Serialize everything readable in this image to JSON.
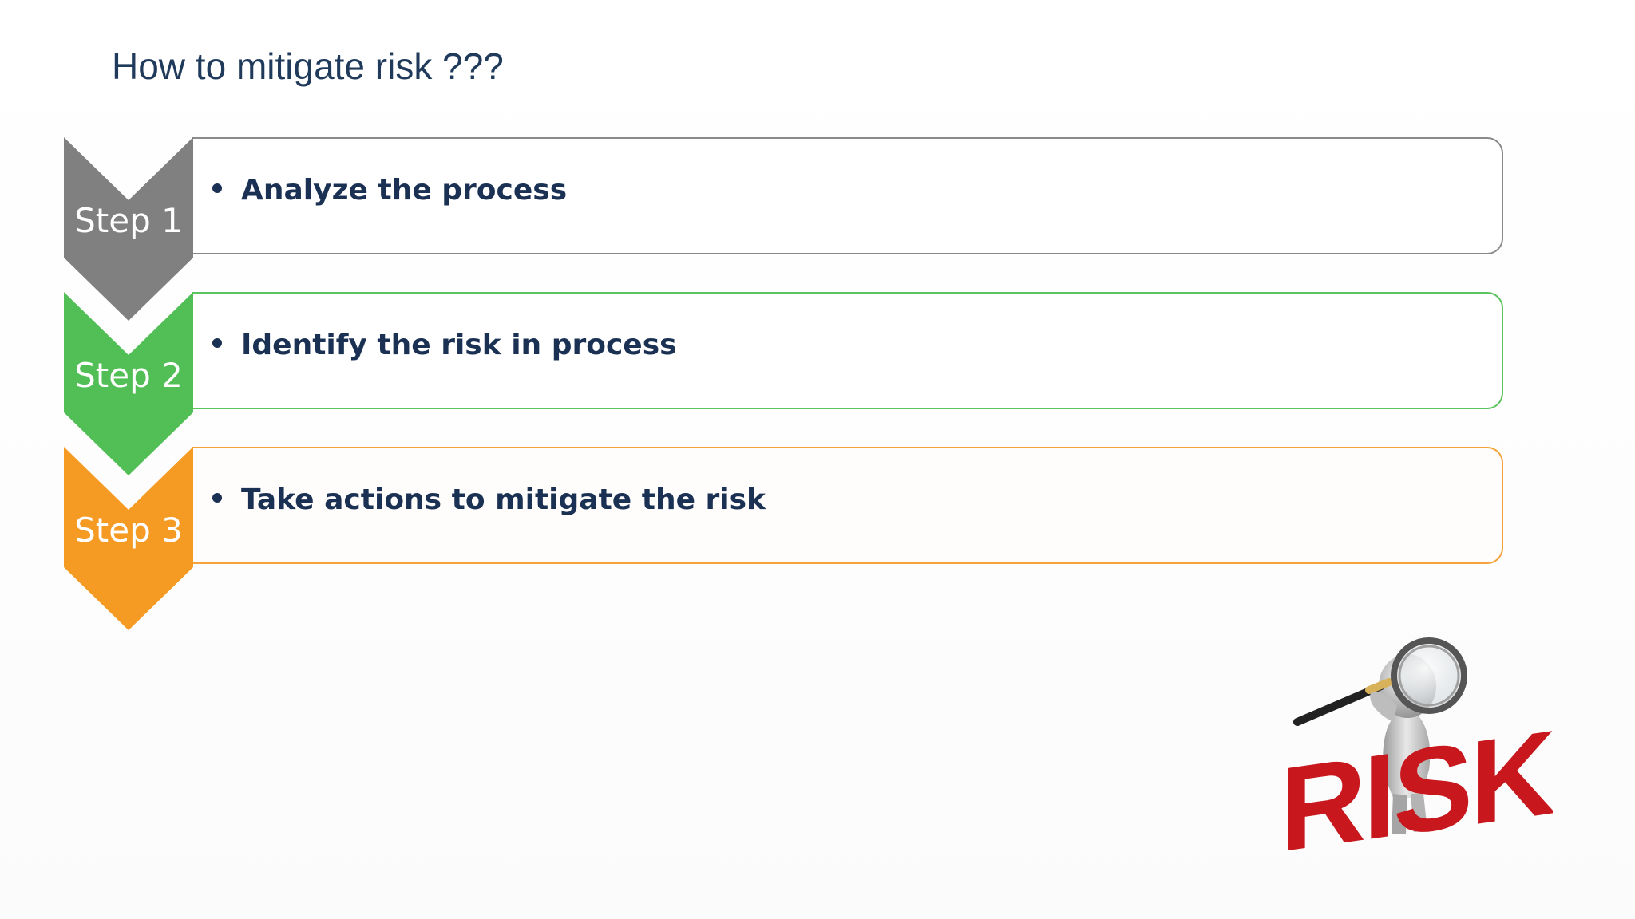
{
  "slide": {
    "title": "How to mitigate risk ???",
    "steps": [
      {
        "label": "Step 1",
        "text": "Analyze the process",
        "color": "#808080"
      },
      {
        "label": "Step 2",
        "text": "Identify the risk in process",
        "color": "#52bf56"
      },
      {
        "label": "Step 3",
        "text": "Take actions to mitigate the risk",
        "color": "#f59a23"
      }
    ],
    "illustration": {
      "icon": "risk-magnifier-figure-icon",
      "word": "RISK",
      "word_color": "#c8181e"
    }
  }
}
